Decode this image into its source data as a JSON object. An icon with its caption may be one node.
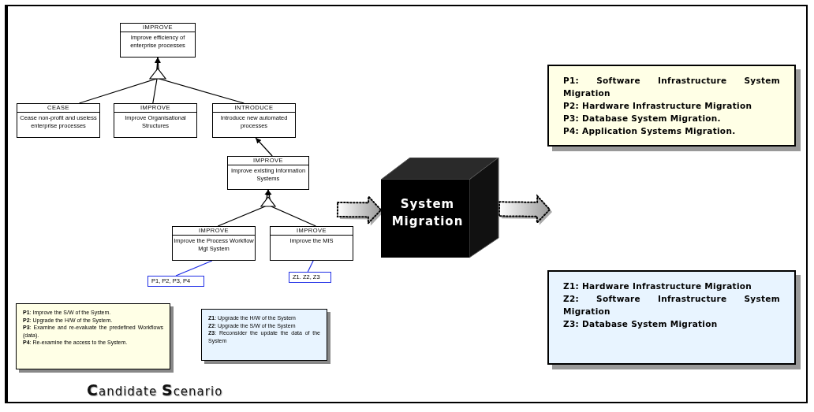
{
  "diagram": {
    "nodes": [
      {
        "text": [
          "IMPROVE",
          "Improve efficiency of enterprise processes"
        ]
      },
      {
        "text": [
          "CEASE",
          "Cease non-profit and useless enterprise processes"
        ]
      },
      {
        "text": [
          "IMPROVE",
          "Improve Organisational Structures"
        ]
      },
      {
        "text": [
          "INTRODUCE",
          "Introduce new automated processes"
        ]
      },
      {
        "text": [
          "IMPROVE",
          "Improve existing Information Systems"
        ]
      },
      {
        "text": [
          "IMPROVE",
          "Improve the Process Workflow Mgt System"
        ]
      },
      {
        "text": [
          "IMPROVE",
          "Improve the MIS"
        ]
      },
      {
        "text": [
          "P1, P2, P3, P4"
        ]
      },
      {
        "text": [
          "Z1. Z2, Z3"
        ]
      },
      {
        "text": [
          "**P1**: Improve the S/W of the System.",
          "**P2**: Upgrade the H/W of the System.",
          "**P3**: Examine and re-evaluate the predefined Workflows (data).",
          "**P4**: Re-examine the access to the System."
        ]
      },
      {
        "text": [
          "**Z1**: Upgrade the H/W of the System",
          "**Z2**: Upgrade the S/W of the System",
          "**Z3**: Reconsider the update the data of the System"
        ]
      },
      {
        "text": [
          "System Migration"
        ]
      },
      {
        "text": [
          "P1: Software Infrastructure System Migration",
          "P2: Hardware Infrastructure Migration",
          "P3: Database System Migration.",
          "P4: Application Systems Migration."
        ]
      },
      {
        "text": [
          "Z1: Hardware Infrastructure Migration",
          "Z2: Software Infrastructure System Migration",
          "Z3: Database System Migration"
        ]
      }
    ],
    "edges": [
      {
        "from": 1,
        "to": 0,
        "arrow": "to"
      },
      {
        "from": 2,
        "to": 0,
        "arrow": "to"
      },
      {
        "from": 3,
        "to": 0,
        "arrow": "to"
      },
      {
        "from": 4,
        "to": 3,
        "arrow": "to"
      },
      {
        "from": 5,
        "to": 4,
        "arrow": "to"
      },
      {
        "from": 6,
        "to": 4,
        "arrow": "to"
      },
      {
        "from": 7,
        "to": 5,
        "arrow": "none",
        "color": "#1f2ee6"
      },
      {
        "from": 8,
        "to": 6,
        "arrow": "none",
        "color": "#1f2ee6"
      },
      {
        "from": null,
        "to": 11,
        "arrow": "to",
        "style": "thick"
      },
      {
        "from": 11,
        "to": null,
        "arrow": "to",
        "style": "thick"
      }
    ],
    "labels": [
      "**C**andidate **S**cenario"
    ]
  }
}
